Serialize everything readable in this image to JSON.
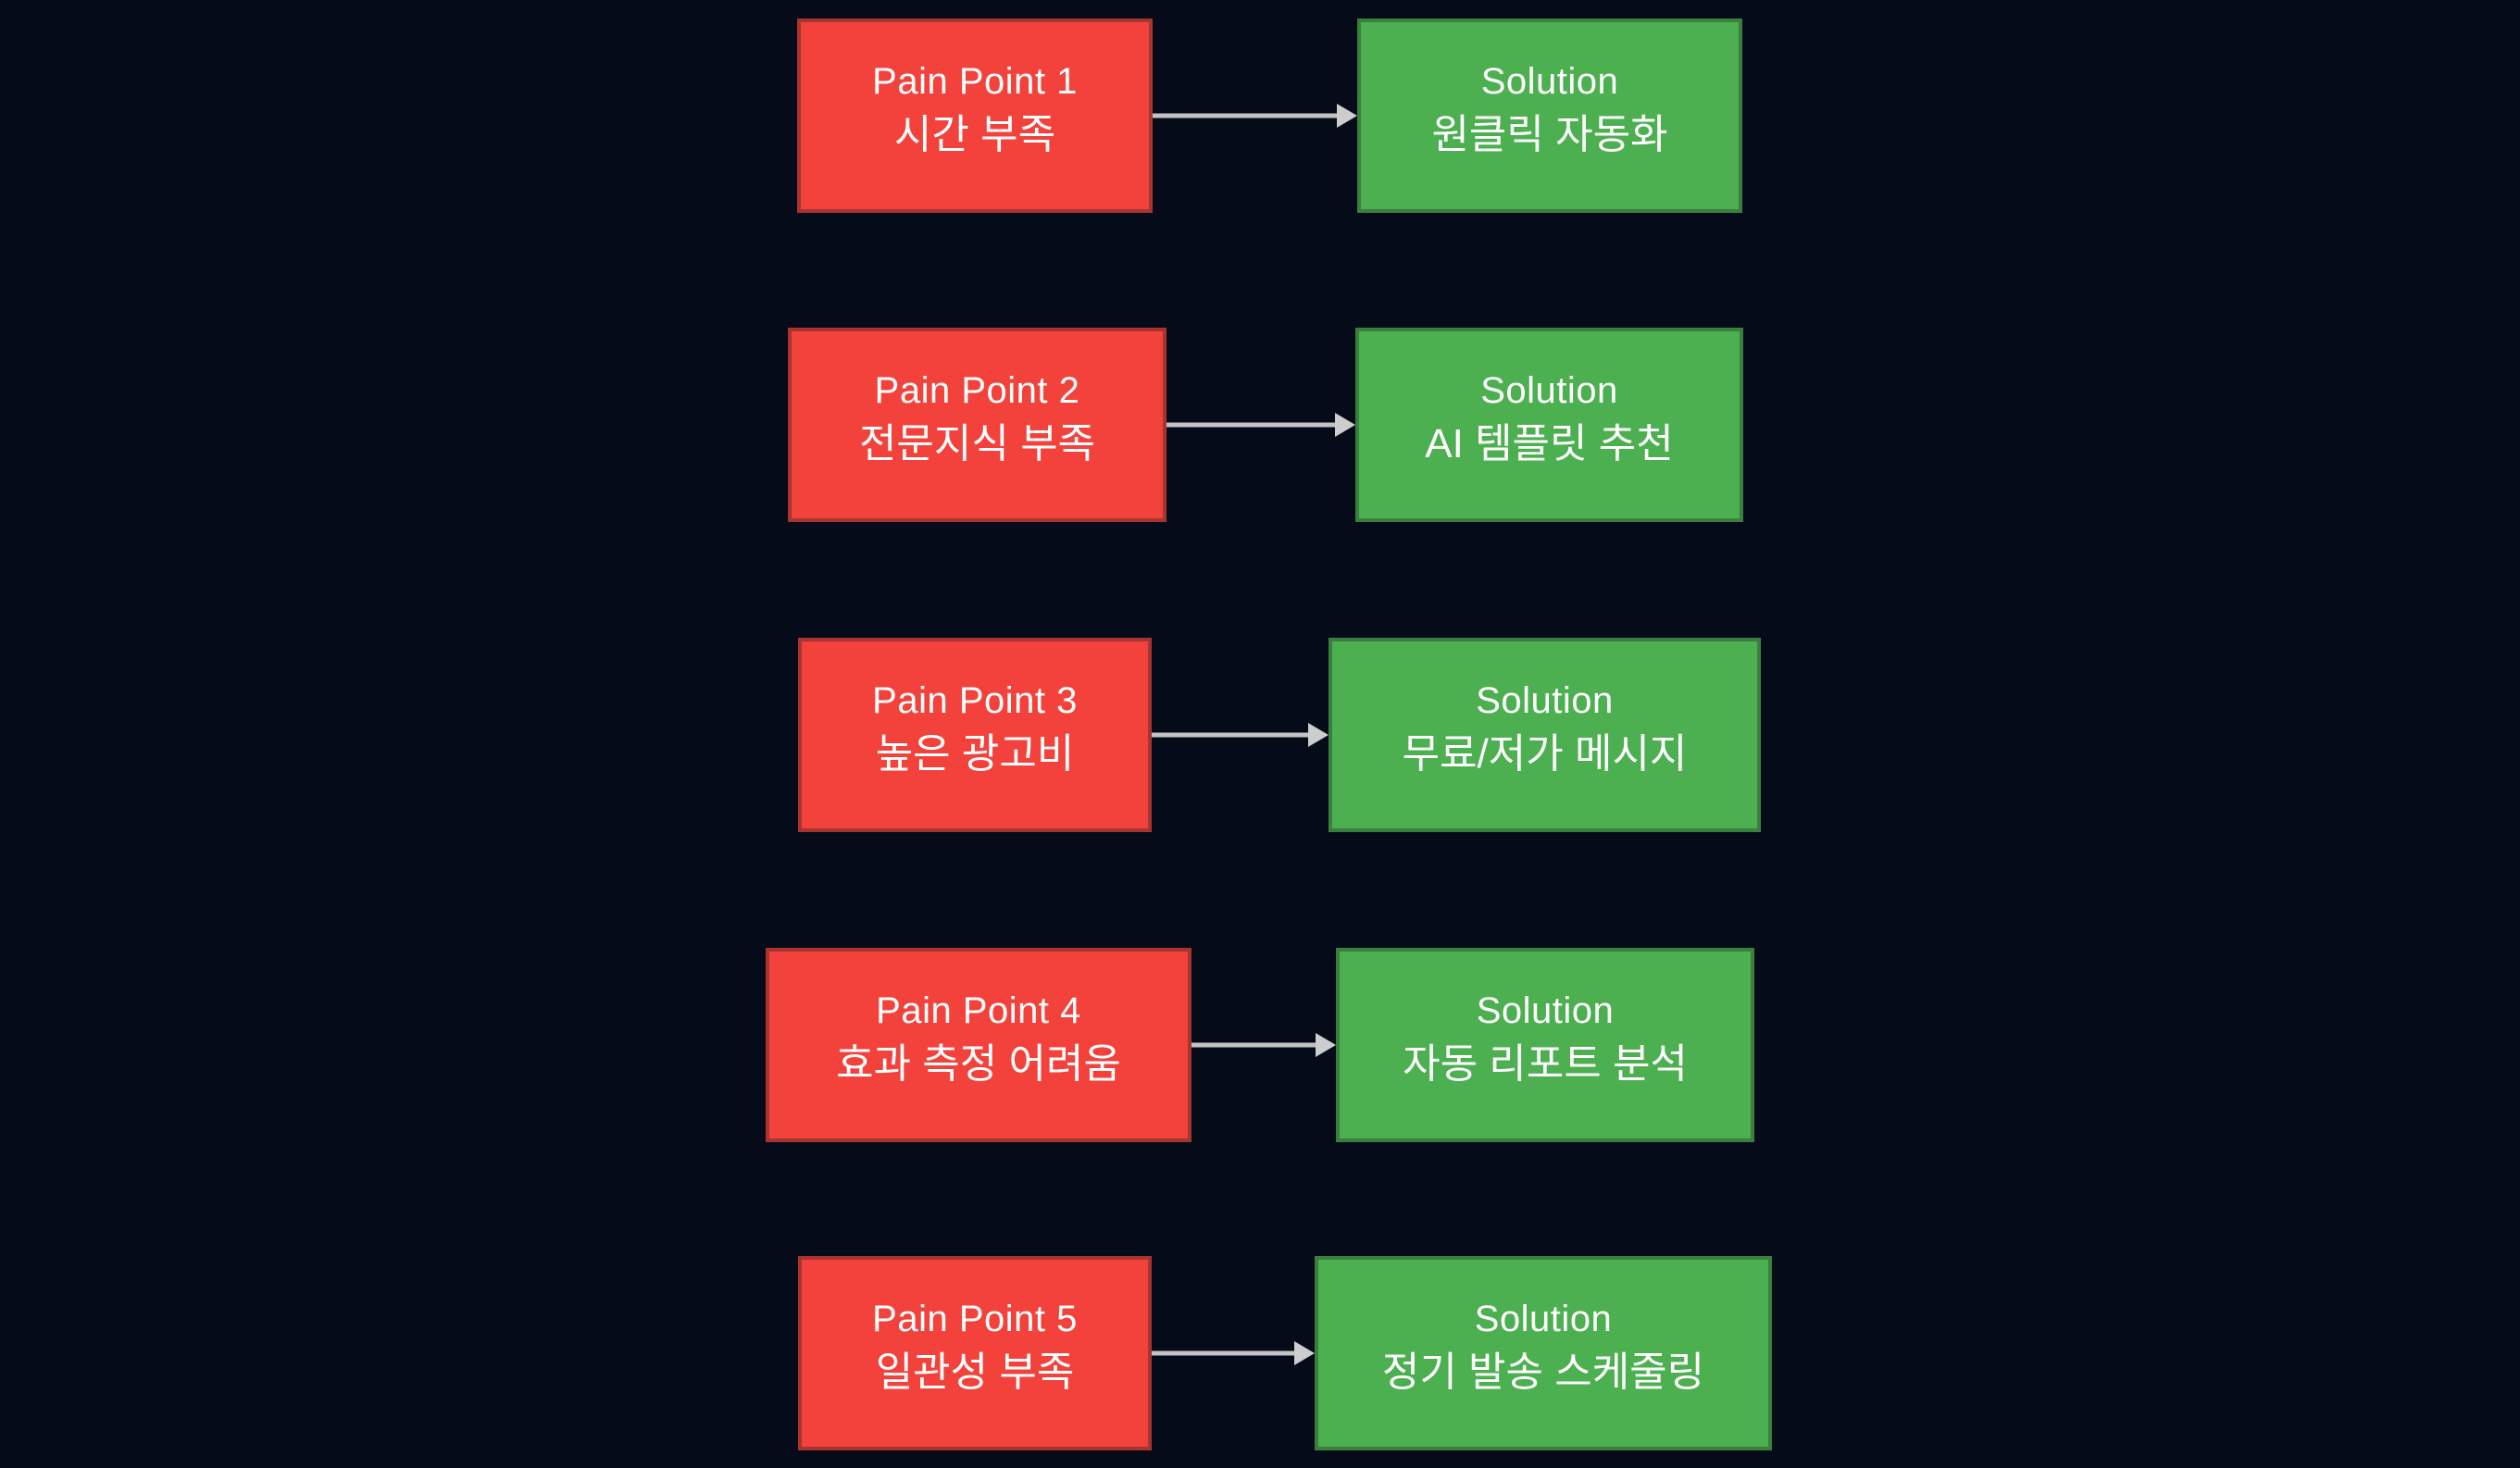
{
  "colors": {
    "background": "#050b19",
    "pain_fill": "#f2423b",
    "pain_border": "#a63530",
    "solution_fill": "#4caf50",
    "solution_border": "#3b7f3f",
    "arrow": "#c3c3c3",
    "arrow_head": "#cdcdcd",
    "text": "#ffffff"
  },
  "rows": [
    {
      "pain_title": "Pain Point 1",
      "pain_desc": "시간 부족",
      "solution_title": "Solution",
      "solution_desc": "원클릭 자동화"
    },
    {
      "pain_title": "Pain Point 2",
      "pain_desc": "전문지식 부족",
      "solution_title": "Solution",
      "solution_desc": "AI 템플릿 추천"
    },
    {
      "pain_title": "Pain Point 3",
      "pain_desc": "높은 광고비",
      "solution_title": "Solution",
      "solution_desc": "무료/저가 메시지"
    },
    {
      "pain_title": "Pain Point 4",
      "pain_desc": "효과 측정 어려움",
      "solution_title": "Solution",
      "solution_desc": "자동 리포트 분석"
    },
    {
      "pain_title": "Pain Point 5",
      "pain_desc": "일관성 부족",
      "solution_title": "Solution",
      "solution_desc": "정기 발송 스케줄링"
    }
  ]
}
